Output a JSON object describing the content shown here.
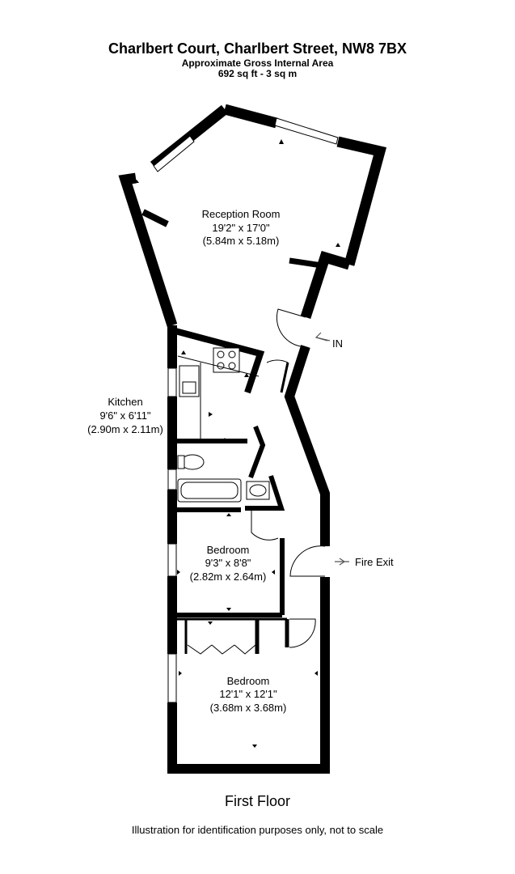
{
  "header": {
    "title": "Charlbert Court, Charlbert Street, NW8 7BX",
    "subtitle": "Approximate Gross Internal Area",
    "area": "692 sq ft - 3 sq m"
  },
  "rooms": {
    "reception": {
      "name": "Reception Room",
      "imperial": "19'2\" x 17'0\"",
      "metric": "(5.84m x 5.18m)"
    },
    "kitchen": {
      "name": "Kitchen",
      "imperial": "9'6\" x 6'11\"",
      "metric": "(2.90m x 2.11m)"
    },
    "bedroom1": {
      "name": "Bedroom",
      "imperial": "9'3\" x 8'8\"",
      "metric": "(2.82m x 2.64m)"
    },
    "bedroom2": {
      "name": "Bedroom",
      "imperial": "12'1\" x 12'1\"",
      "metric": "(3.68m x 3.68m)"
    }
  },
  "markers": {
    "entrance": "IN",
    "fire_exit": "Fire Exit"
  },
  "footer": {
    "floor": "First Floor",
    "disclaimer": "Illustration for identification purposes only, not to scale"
  }
}
